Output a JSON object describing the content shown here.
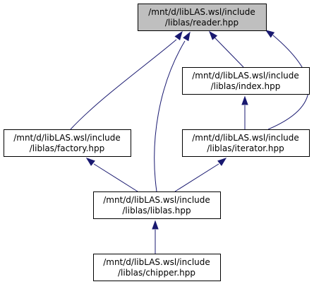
{
  "diagram": {
    "nodes": [
      {
        "id": "reader",
        "line1": "/mnt/d/libLAS.wsl/include",
        "line2": "/liblas/reader.hpp",
        "highlight": true
      },
      {
        "id": "index",
        "line1": "/mnt/d/libLAS.wsl/include",
        "line2": "/liblas/index.hpp",
        "highlight": false
      },
      {
        "id": "factory",
        "line1": "/mnt/d/libLAS.wsl/include",
        "line2": "/liblas/factory.hpp",
        "highlight": false
      },
      {
        "id": "iterator",
        "line1": "/mnt/d/libLAS.wsl/include",
        "line2": "/liblas/iterator.hpp",
        "highlight": false
      },
      {
        "id": "liblas",
        "line1": "/mnt/d/libLAS.wsl/include",
        "line2": "/liblas/liblas.hpp",
        "highlight": false
      },
      {
        "id": "chipper",
        "line1": "/mnt/d/libLAS.wsl/include",
        "line2": "/liblas/chipper.hpp",
        "highlight": false
      }
    ],
    "edges": [
      {
        "from": "index",
        "to": "reader"
      },
      {
        "from": "factory",
        "to": "reader"
      },
      {
        "from": "iterator",
        "to": "reader"
      },
      {
        "from": "liblas",
        "to": "reader"
      },
      {
        "from": "iterator",
        "to": "index"
      },
      {
        "from": "liblas",
        "to": "factory"
      },
      {
        "from": "liblas",
        "to": "iterator"
      },
      {
        "from": "chipper",
        "to": "liblas"
      }
    ],
    "colors": {
      "edge": "#191970",
      "highlight_fill": "#bfbfbf",
      "box_fill": "#ffffff",
      "box_stroke": "#000000"
    }
  }
}
